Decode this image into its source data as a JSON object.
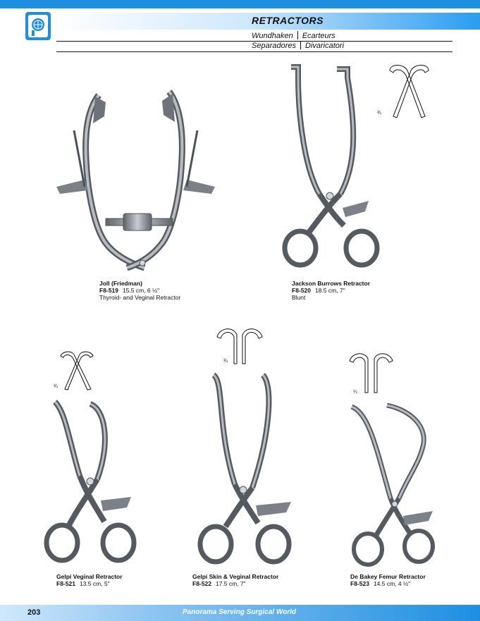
{
  "header": {
    "title": "RETRACTORS",
    "translations": [
      {
        "left": "Wundhaken",
        "right": "Ecarteurs"
      },
      {
        "left": "Separadores",
        "right": "Divaricatori"
      }
    ]
  },
  "products": [
    {
      "name": "Joll (Friedman)",
      "code": "F8-519",
      "spec": "15.5 cm, 6 ½\"",
      "note": "Thyroid- and Veginal Retractor"
    },
    {
      "name": "Jackson Burrows Retractor",
      "code": "F8-520",
      "spec": "18.5 cm, 7\"",
      "note": "Blunt",
      "tip_ratio": "¾"
    },
    {
      "name": "Gelpi Veginal Retractor",
      "code": "F8-521",
      "spec": "13.5 cm, 5\"",
      "tip_ratio": "¾"
    },
    {
      "name": "Gelpi Skin & Veginal Retractor",
      "code": "F8-522",
      "spec": "17.5 cm, 7\"",
      "tip_ratio": "¾"
    },
    {
      "name": "De Bakey Femur Retractor",
      "code": "F8-523",
      "spec": "14.5 cm, 4 ½\"",
      "tip_ratio": "¼"
    }
  ],
  "footer": {
    "page_number": "203",
    "tagline": "Panorama Serving Surgical World"
  },
  "colors": {
    "accent": "#1e8fe0",
    "steel": "#8a8f96"
  }
}
